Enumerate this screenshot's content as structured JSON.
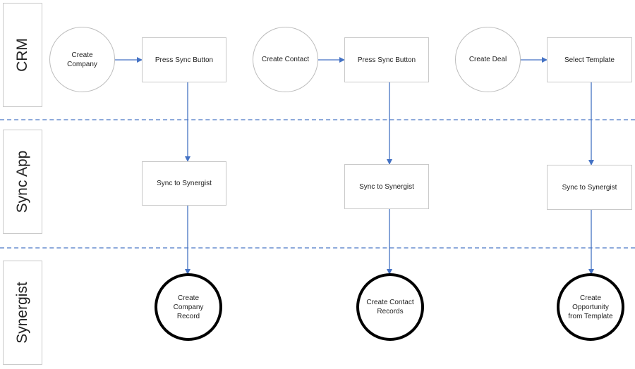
{
  "lanes": {
    "crm": "CRM",
    "sync_app": "Sync App",
    "synergist": "Synergist"
  },
  "nodes": {
    "create_company": "Create Company",
    "press_sync_1": "Press Sync Button",
    "sync_1": "Sync to Synergist",
    "create_company_record": "Create Company Record",
    "create_contact": "Create Contact",
    "press_sync_2": "Press Sync Button",
    "sync_2": "Sync to Synergist",
    "create_contact_records": "Create Contact Records",
    "create_deal": "Create Deal",
    "select_template": "Select Template",
    "sync_3": "Sync to Synergist",
    "create_opportunity": "Create Opportunity from Template"
  },
  "colors": {
    "arrow": "#4472c4",
    "divider": "#8eaadb",
    "light_border": "#bdbdbd",
    "bold_border": "#000000"
  }
}
